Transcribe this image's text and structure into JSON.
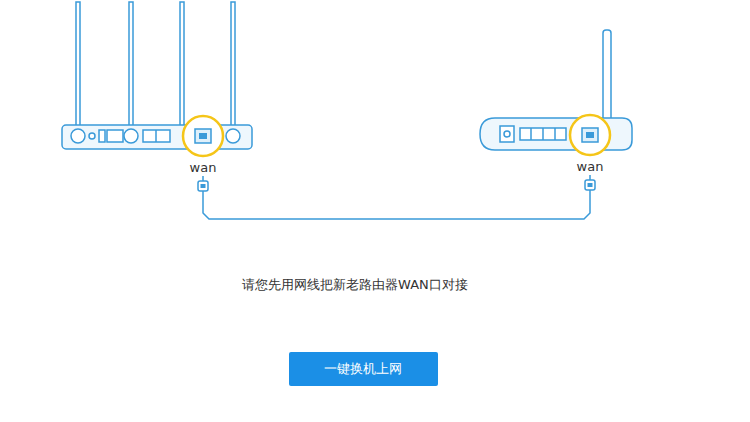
{
  "diagram": {
    "nodes": [
      {
        "text": [
          "wan"
        ]
      },
      {
        "text": [
          "wan"
        ]
      },
      {
        "text": [
          "一键换机上网"
        ]
      }
    ],
    "edges": [
      {
        "from": 0,
        "to": 1,
        "arrow": "none"
      }
    ],
    "labels": [
      "请您先用网线把新老路由器WAN口对接"
    ]
  }
}
